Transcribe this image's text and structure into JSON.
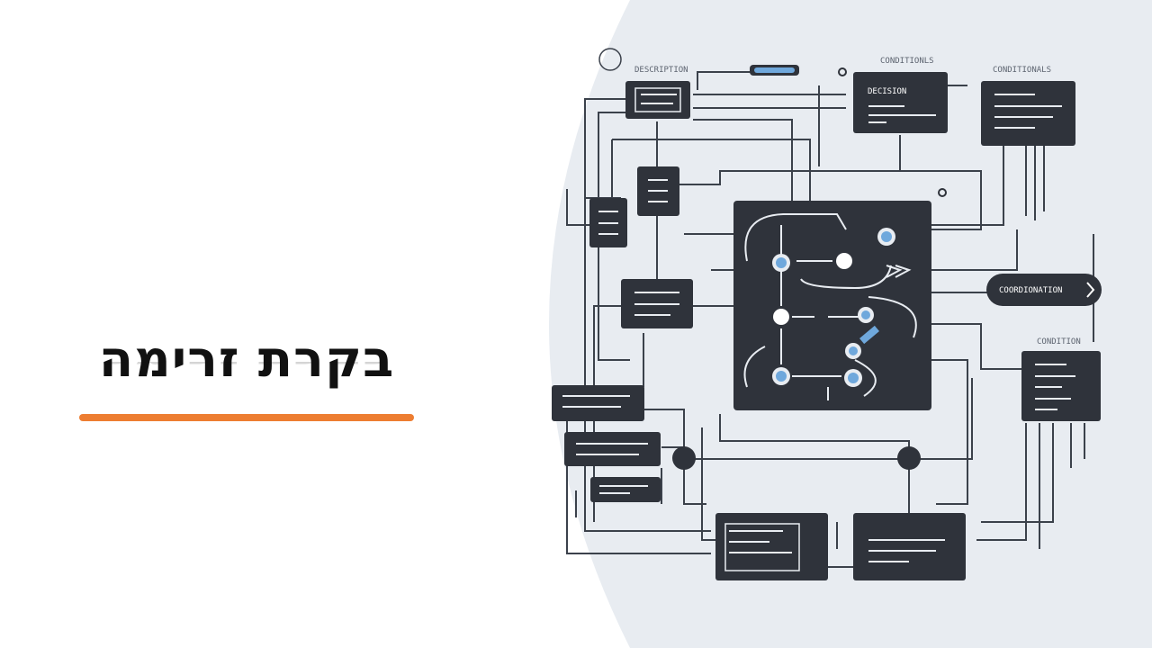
{
  "slide": {
    "title": "בקרת זרימה",
    "accent_color": "#ed7d31",
    "panel_color": "#e8ecf1"
  },
  "diagram": {
    "labels": {
      "decision": "DECISION",
      "coordination_button": "COORDIONATION",
      "top_label_left": "DESCRIPTION",
      "top_label_mid": "CONDITIONLS",
      "top_label_right": "CONDITIONALS",
      "side_label": "CONDITION"
    }
  }
}
